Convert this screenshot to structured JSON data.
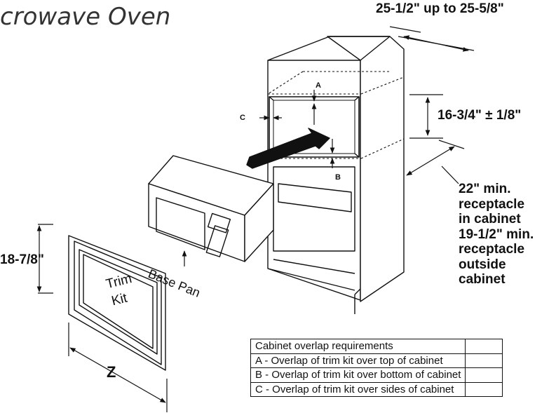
{
  "title": "crowave Oven",
  "dimensions": {
    "width": "25-1/2\" up to 25-5/8\"",
    "height": "16-3/4\" ± 1/8\"",
    "trim_height": "18-7/8\"",
    "trim_width": "Z"
  },
  "receptacle_note": [
    "22\" min.",
    "receptacle",
    "in cabinet",
    "19-1/2\" min.",
    "receptacle",
    "outside",
    "cabinet"
  ],
  "labels": {
    "a": "A",
    "b": "B",
    "c": "C",
    "base_pan": "Base Pan",
    "trim_kit_line1": "Trim",
    "trim_kit_line2": "Kit"
  },
  "table": {
    "rows": [
      "Cabinet overlap requirements",
      "A - Overlap of trim kit over top of cabinet",
      "B - Overlap of trim kit over bottom of cabinet",
      "C - Overlap of trim kit over sides of cabinet"
    ]
  }
}
